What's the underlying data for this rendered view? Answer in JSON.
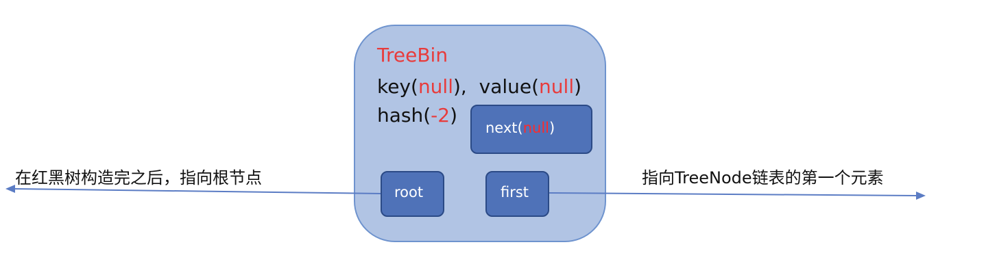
{
  "treebin": {
    "title": "TreeBin",
    "key_prefix": "key(",
    "key_value": "null",
    "key_suffix": "),",
    "value_prefix": "value(",
    "value_value": "null",
    "value_suffix": ")",
    "hash_prefix": "hash(",
    "hash_value": "-2",
    "hash_suffix": ")"
  },
  "next_box": {
    "prefix": "next(",
    "value": "null",
    "suffix": ")"
  },
  "root_box": {
    "label": "root"
  },
  "first_box": {
    "label": "first"
  },
  "annotations": {
    "left": "在红黑树构造完之后，指向根节点",
    "right": "指向TreeNode链表的第一个元素"
  },
  "colors": {
    "outer_fill": "#b1c4e4",
    "outer_border": "#6e93ce",
    "inner_fill": "#4f72b8",
    "highlight_red": "#e83b3b",
    "arrow": "#5b7cc4"
  }
}
